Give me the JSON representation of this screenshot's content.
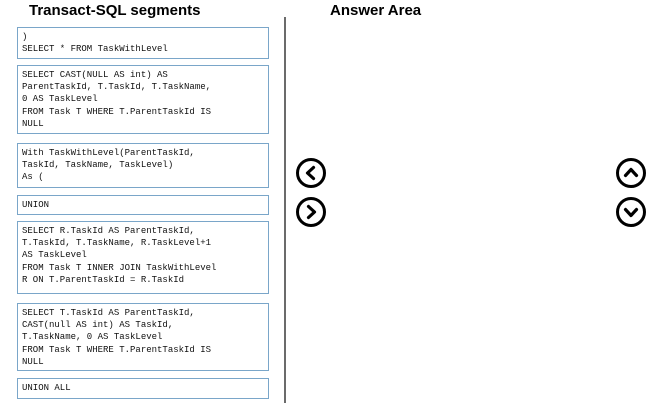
{
  "left_panel": {
    "title": "Transact-SQL segments",
    "segments": [
      ")\nSELECT * FROM TaskWithLevel",
      "SELECT CAST(NULL AS int) AS\nParentTaskId, T.TaskId, T.TaskName,\n0 AS TaskLevel\nFROM Task T WHERE T.ParentTaskId IS\nNULL",
      "With TaskWithLevel(ParentTaskId,\nTaskId, TaskName, TaskLevel)\nAs (",
      "UNION",
      "SELECT R.TaskId AS ParentTaskId,\nT.TaskId, T.TaskName, R.TaskLevel+1\nAS TaskLevel\nFROM Task T INNER JOIN TaskWithLevel\nR ON T.ParentTaskId = R.TaskId",
      "SELECT T.TaskId AS ParentTaskId,\nCAST(null AS int) AS TaskId,\nT.TaskName, 0 AS TaskLevel\nFROM Task T WHERE T.ParentTaskId IS\nNULL",
      "UNION ALL"
    ]
  },
  "answer_area": {
    "title": "Answer Area"
  },
  "controls": {
    "icons": [
      "chevron-left-circle-icon",
      "chevron-right-circle-icon",
      "chevron-up-circle-icon",
      "chevron-down-circle-icon"
    ]
  }
}
